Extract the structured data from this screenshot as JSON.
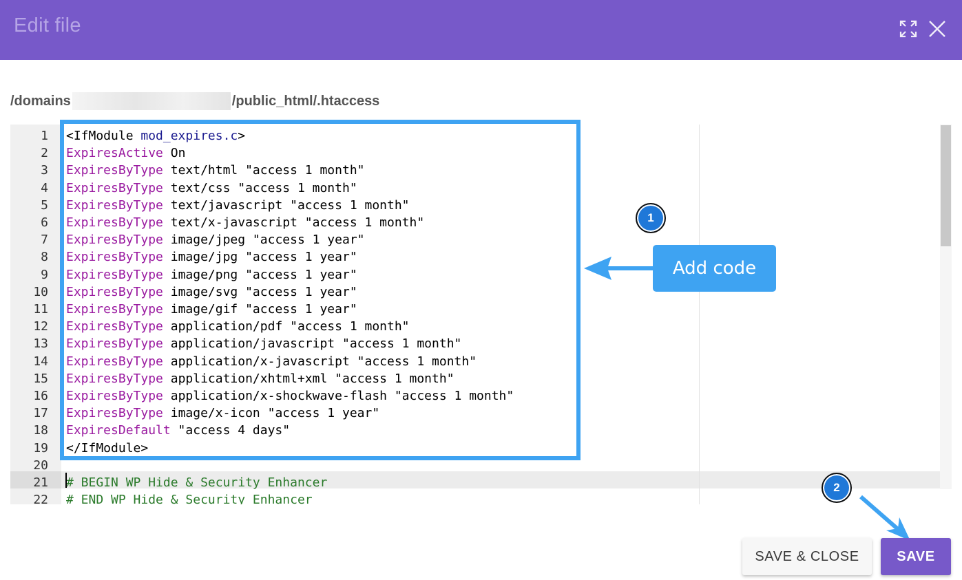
{
  "window": {
    "title": "Edit file",
    "expand_icon": "expand-icon",
    "close_icon": "close-icon"
  },
  "file_path": {
    "prefix": "/domains",
    "suffix": "/public_html/.htaccess"
  },
  "editor": {
    "lines": [
      {
        "n": "1",
        "kw": "",
        "rest": "<IfModule ",
        "tag": "mod_expires.c",
        "tail": ">",
        "comment": ""
      },
      {
        "n": "2",
        "kw": "ExpiresActive",
        "rest": " On",
        "tag": "",
        "tail": "",
        "comment": ""
      },
      {
        "n": "3",
        "kw": "ExpiresByType",
        "rest": " text/html \"access 1 month\"",
        "tag": "",
        "tail": "",
        "comment": ""
      },
      {
        "n": "4",
        "kw": "ExpiresByType",
        "rest": " text/css \"access 1 month\"",
        "tag": "",
        "tail": "",
        "comment": ""
      },
      {
        "n": "5",
        "kw": "ExpiresByType",
        "rest": " text/javascript \"access 1 month\"",
        "tag": "",
        "tail": "",
        "comment": ""
      },
      {
        "n": "6",
        "kw": "ExpiresByType",
        "rest": " text/x-javascript \"access 1 month\"",
        "tag": "",
        "tail": "",
        "comment": ""
      },
      {
        "n": "7",
        "kw": "ExpiresByType",
        "rest": " image/jpeg \"access 1 year\"",
        "tag": "",
        "tail": "",
        "comment": ""
      },
      {
        "n": "8",
        "kw": "ExpiresByType",
        "rest": " image/jpg \"access 1 year\"",
        "tag": "",
        "tail": "",
        "comment": ""
      },
      {
        "n": "9",
        "kw": "ExpiresByType",
        "rest": " image/png \"access 1 year\"",
        "tag": "",
        "tail": "",
        "comment": ""
      },
      {
        "n": "10",
        "kw": "ExpiresByType",
        "rest": " image/svg \"access 1 year\"",
        "tag": "",
        "tail": "",
        "comment": ""
      },
      {
        "n": "11",
        "kw": "ExpiresByType",
        "rest": " image/gif \"access 1 year\"",
        "tag": "",
        "tail": "",
        "comment": ""
      },
      {
        "n": "12",
        "kw": "ExpiresByType",
        "rest": " application/pdf \"access 1 month\"",
        "tag": "",
        "tail": "",
        "comment": ""
      },
      {
        "n": "13",
        "kw": "ExpiresByType",
        "rest": " application/javascript \"access 1 month\"",
        "tag": "",
        "tail": "",
        "comment": ""
      },
      {
        "n": "14",
        "kw": "ExpiresByType",
        "rest": " application/x-javascript \"access 1 month\"",
        "tag": "",
        "tail": "",
        "comment": ""
      },
      {
        "n": "15",
        "kw": "ExpiresByType",
        "rest": " application/xhtml+xml \"access 1 month\"",
        "tag": "",
        "tail": "",
        "comment": ""
      },
      {
        "n": "16",
        "kw": "ExpiresByType",
        "rest": " application/x-shockwave-flash \"access 1 month\"",
        "tag": "",
        "tail": "",
        "comment": ""
      },
      {
        "n": "17",
        "kw": "ExpiresByType",
        "rest": " image/x-icon \"access 1 year\"",
        "tag": "",
        "tail": "",
        "comment": ""
      },
      {
        "n": "18",
        "kw": "ExpiresDefault",
        "rest": " \"access 4 days\"",
        "tag": "",
        "tail": "",
        "comment": ""
      },
      {
        "n": "19",
        "kw": "",
        "rest": "</IfModule>",
        "tag": "",
        "tail": "",
        "comment": ""
      },
      {
        "n": "20",
        "kw": "",
        "rest": "",
        "tag": "",
        "tail": "",
        "comment": ""
      },
      {
        "n": "21",
        "kw": "",
        "rest": "",
        "tag": "",
        "tail": "",
        "comment": "# BEGIN WP Hide & Security Enhancer"
      },
      {
        "n": "22",
        "kw": "",
        "rest": "",
        "tag": "",
        "tail": "",
        "comment": "# END WP Hide & Security Enhancer"
      }
    ]
  },
  "annotations": {
    "badge_1": "1",
    "badge_2": "2",
    "callout": "Add code",
    "accent_color": "#3ea3f2"
  },
  "actions": {
    "save_close_label": "SAVE & CLOSE",
    "save_label": "SAVE"
  },
  "colors": {
    "header_bg": "#7759c9",
    "keyword": "#9a1aa0",
    "comment": "#2a7a2a"
  }
}
